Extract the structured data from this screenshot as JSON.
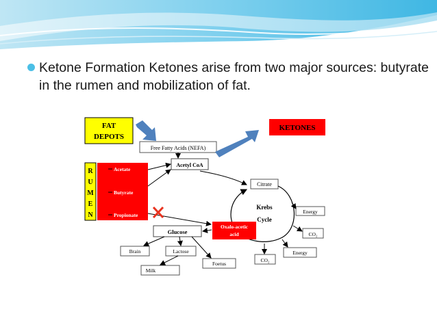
{
  "slide": {
    "bullet_text": "Ketone Formation Ketones arise from two major sources: butyrate in the rumen and mobilization of fat.",
    "accent_color": "#4bbfe6"
  },
  "diagram": {
    "fat_depots_line1": "FAT",
    "fat_depots_line2": "DEPOTS",
    "ketones": "KETONES",
    "nefa": "Free Fatty Acids (NEFA)",
    "acetyl_coa": "Acetyl CoA",
    "rumen_letters": [
      "R",
      "U",
      "M",
      "E",
      "N"
    ],
    "acetate": "Acetate",
    "butyrate": "Butyrate",
    "propionate": "Propionate",
    "citrate": "Citrate",
    "krebs_line1": "Krebs",
    "krebs_line2": "Cycle",
    "energy_top": "Energy",
    "co2_right": "CO₂",
    "energy_bottom": "Energy",
    "co2_bottom": "CO₂",
    "oxaloacetic_line1": "Oxalo-acetic",
    "oxaloacetic_line2": "acid",
    "glucose": "Glucose",
    "brain": "Brain",
    "lactose": "Lactose",
    "foetus": "Foetus",
    "milk": "Milk",
    "colors": {
      "red": "#ff0000",
      "yellow": "#ffff00",
      "blue_arrow": "#4f81bd",
      "block_x": "#e8331f"
    },
    "icons": [
      "blocked-x-icon",
      "block-arrow-icon"
    ]
  }
}
